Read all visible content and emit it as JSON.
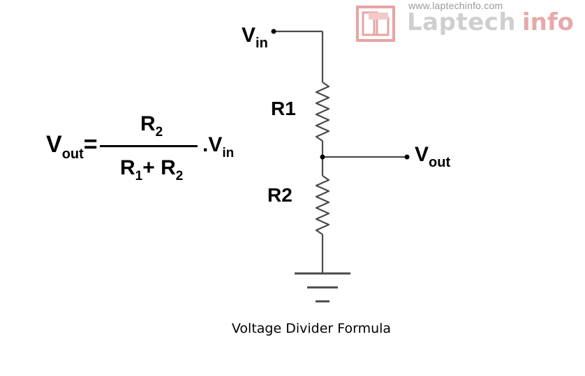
{
  "watermark": {
    "url": "www.laptechinfo.com",
    "brand_word1": "Laptech",
    "brand_word2": "info",
    "logo_color": "#e9a3a3"
  },
  "circuit": {
    "vin_main": "V",
    "vin_sub": "in",
    "vout_main": "V",
    "vout_sub": "out",
    "r1_label": "R1",
    "r2_label": "R2",
    "line_color": "#4a4a4a"
  },
  "formula": {
    "lhs_main": "V",
    "lhs_sub": "out",
    "equals": "=",
    "num_main": "R",
    "num_sub": "2",
    "den_r1_main": "R",
    "den_r1_sub": "1",
    "den_plus": "+ ",
    "den_r2_main": "R",
    "den_r2_sub": "2",
    "mult": ".V",
    "mult_sub": "in"
  },
  "caption": "Voltage Divider Formula"
}
